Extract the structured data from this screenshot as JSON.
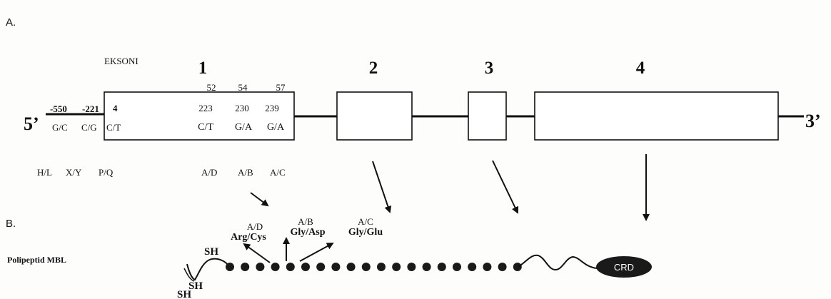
{
  "panel_a_label": "A.",
  "panel_b_label": "B.",
  "eksoni_label": "EKSONI",
  "end5": "5’",
  "end3": "3’",
  "exons": [
    "1",
    "2",
    "3",
    "4"
  ],
  "exon1": {
    "left_positions": [
      "-550",
      "-221"
    ],
    "left_alleles": [
      "G/C",
      "C/G"
    ],
    "pos4": "4",
    "allele4": "C/T",
    "codons": [
      "52",
      "54",
      "57"
    ],
    "nucleotides": [
      "223",
      "230",
      "239"
    ],
    "alleles": [
      "C/T",
      "G/A",
      "G/A"
    ]
  },
  "haplotypes": [
    "H/L",
    "X/Y",
    "P/Q",
    "A/D",
    "A/B",
    "A/C"
  ],
  "polypeptide_label": "Polipeptid MBL",
  "mutations": [
    {
      "name": "A/D",
      "aa": "Arg/Cys"
    },
    {
      "name": "A/B",
      "aa": "Gly/Asp"
    },
    {
      "name": "A/C",
      "aa": "Gly/Glu"
    }
  ],
  "sh_labels": [
    "SH",
    "SH",
    "SH"
  ],
  "crd_label": "CRD"
}
